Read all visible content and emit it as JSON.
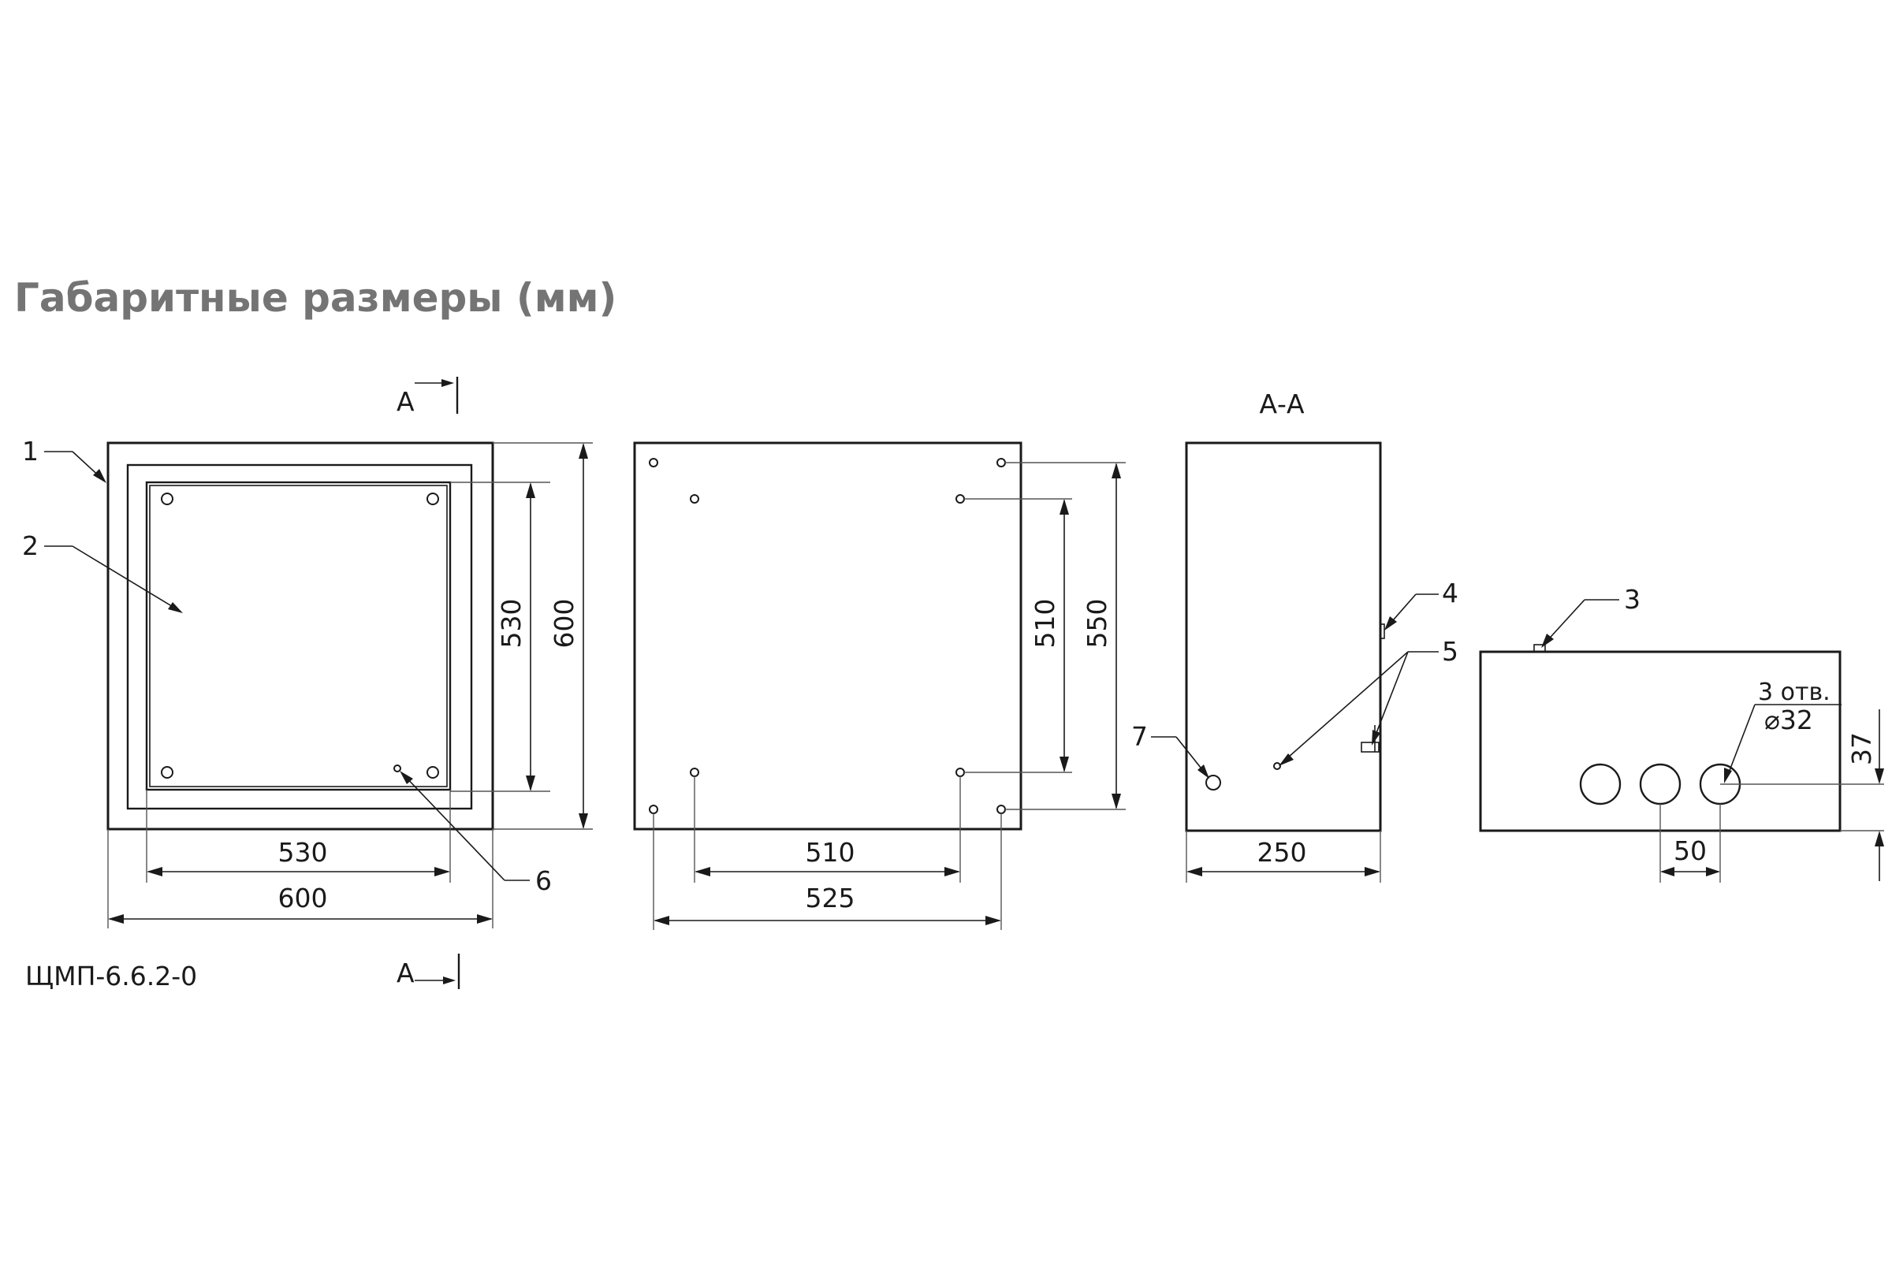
{
  "title": "Габаритные размеры (мм)",
  "model": "ЩМП-6.6.2-0",
  "section_marks": {
    "cut_letter": "А",
    "section_label": "А-А"
  },
  "front_view": {
    "dim_inner_width": "530",
    "dim_outer_width": "600",
    "dim_inner_height": "530",
    "dim_outer_height": "600"
  },
  "back_view": {
    "dim_inner_width": "510",
    "dim_outer_width": "525",
    "dim_inner_height": "510",
    "dim_outer_height": "550"
  },
  "section_view": {
    "dim_depth": "250"
  },
  "bottom_view": {
    "holes_note_count": "3 отв.",
    "holes_note_diameter": "⌀32",
    "dim_pitch": "50",
    "dim_offset": "37"
  },
  "callouts": [
    "1",
    "2",
    "3",
    "4",
    "5",
    "6",
    "7"
  ],
  "colors": {
    "title": "#747474",
    "line": "#1a1a1a",
    "background": "#ffffff"
  }
}
